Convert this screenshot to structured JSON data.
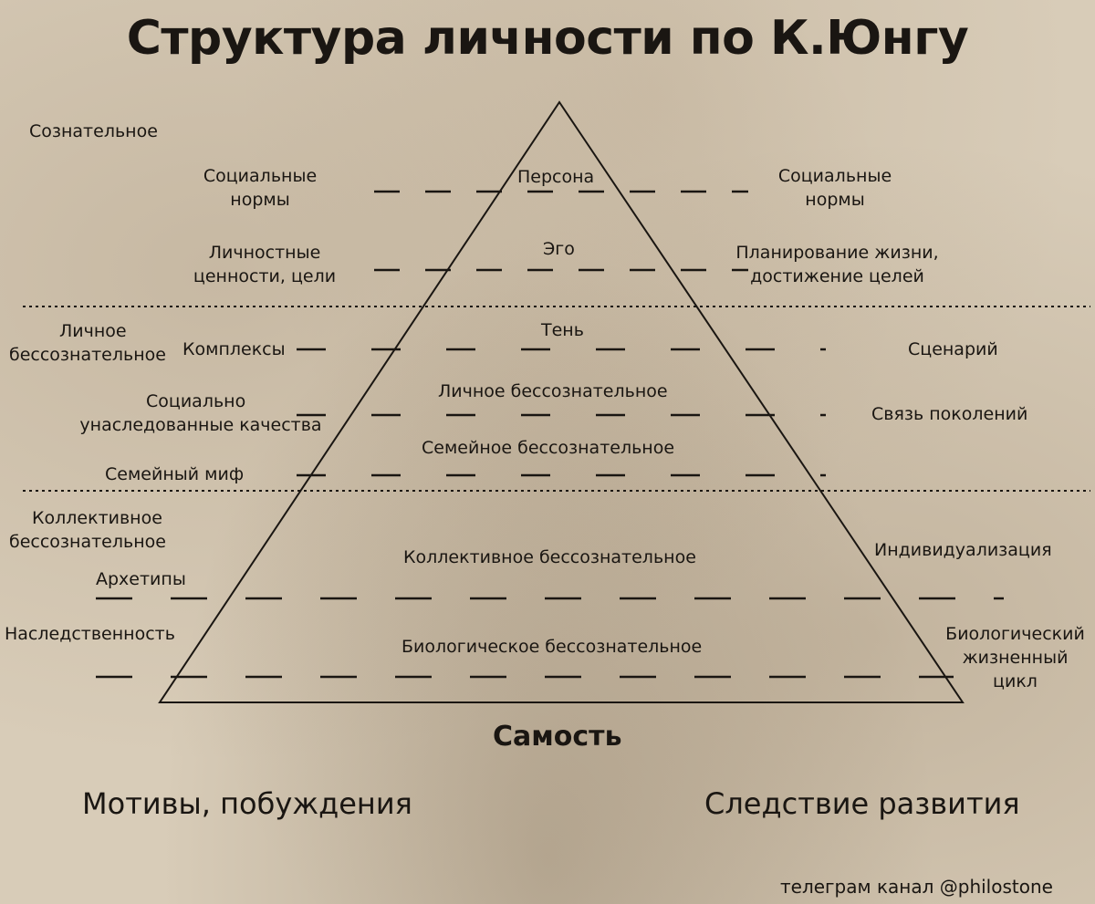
{
  "title": "Структура личности по К.Юнгу",
  "left": {
    "conscious": "Сознательное",
    "social_norms": [
      "Социальные",
      "нормы"
    ],
    "personal_values": [
      "Личностные",
      "ценности, цели"
    ],
    "personal_unconscious": [
      "Личное",
      "бессознательное"
    ],
    "complexes": "Комплексы",
    "social_inherited": [
      "Социально",
      "унаследованные качества"
    ],
    "family_myth": "Семейный миф",
    "collective_unconscious": [
      "Коллективное",
      "бессознательное"
    ],
    "archetypes": "Архетипы",
    "heredity": "Наследственность"
  },
  "pyramid": {
    "persona": "Персона",
    "ego": "Эго",
    "shadow": "Тень",
    "personal_unconscious": "Личное бессознательное",
    "family_unconscious": "Семейное бессознательное",
    "collective_unconscious": "Коллективное бессознательное",
    "biological_unconscious": "Биологическое бессознательное"
  },
  "right": {
    "social_norms": [
      "Социальные",
      "нормы"
    ],
    "life_planning": [
      "Планирование жизни,",
      "достижение целей"
    ],
    "scenario": "Сценарий",
    "generations": "Связь поколений",
    "individualization": "Индивидуализация",
    "life_cycle": [
      "Биологический",
      "жизненный",
      "цикл"
    ]
  },
  "self": "Самость",
  "footer": {
    "motives": "Мотивы, побуждения",
    "development": "Следствие развития"
  },
  "credit": "телеграм канал @philostone"
}
